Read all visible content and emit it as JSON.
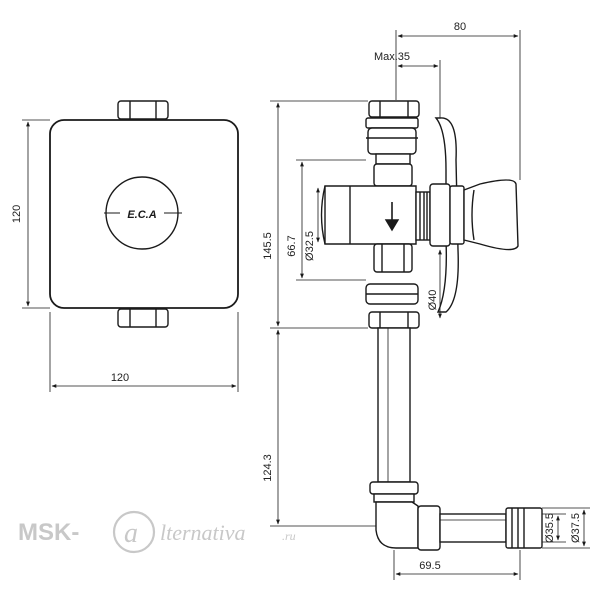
{
  "front_view": {
    "height_dim": "120",
    "width_dim": "120",
    "logo": "E.C.A"
  },
  "side_view": {
    "max_dim": "Max.35",
    "top_width_dim": "80",
    "total_height_dim": "145.5",
    "inner_height_dim": "66.7",
    "diam_inlet": "Ø32.5",
    "diam_outlet": "Ø40",
    "pipe_length_dim": "124.3",
    "offset_dim": "69.5",
    "diam_pipe_inner": "Ø35.5",
    "diam_pipe_outer": "Ø37.5"
  },
  "watermark": {
    "brand": "MSK-",
    "tail": "lternativa",
    "tld": ".ru"
  },
  "colors": {
    "line": "#1a1a1a",
    "watermark": "#c8c8c8"
  }
}
